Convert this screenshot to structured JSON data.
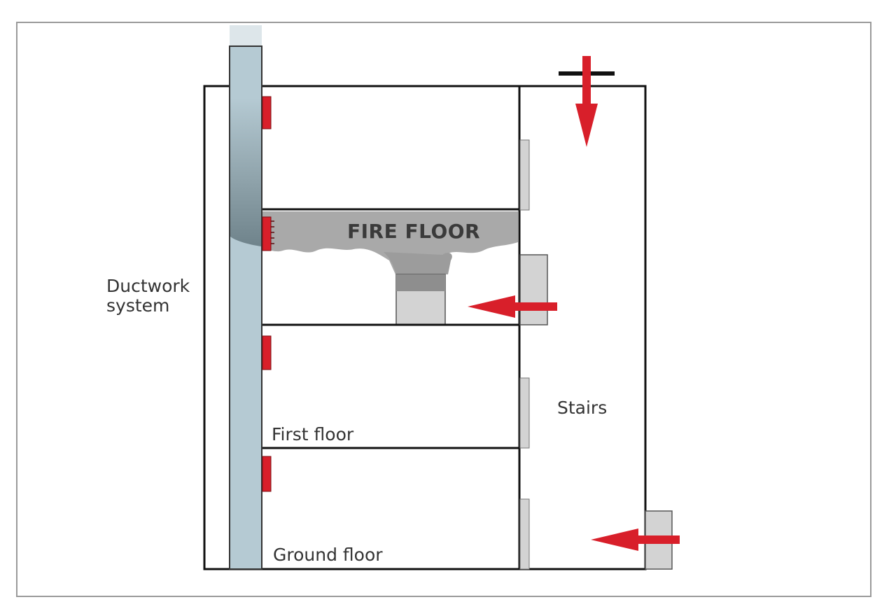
{
  "diagram": {
    "labels": {
      "ductwork_line1": "Ductwork",
      "ductwork_line2": "system",
      "fire_floor": "FIRE FLOOR",
      "first_floor": "First floor",
      "ground_floor": "Ground floor",
      "stairs": "Stairs"
    },
    "colors": {
      "duct": "#b5cad3",
      "duct_shadow": "#7f949c",
      "smoke": "#a9a9a9",
      "damper": "#d81f2a",
      "arrow": "#d81f2a",
      "door": "#d3d3d3",
      "outline": "#111111"
    }
  }
}
